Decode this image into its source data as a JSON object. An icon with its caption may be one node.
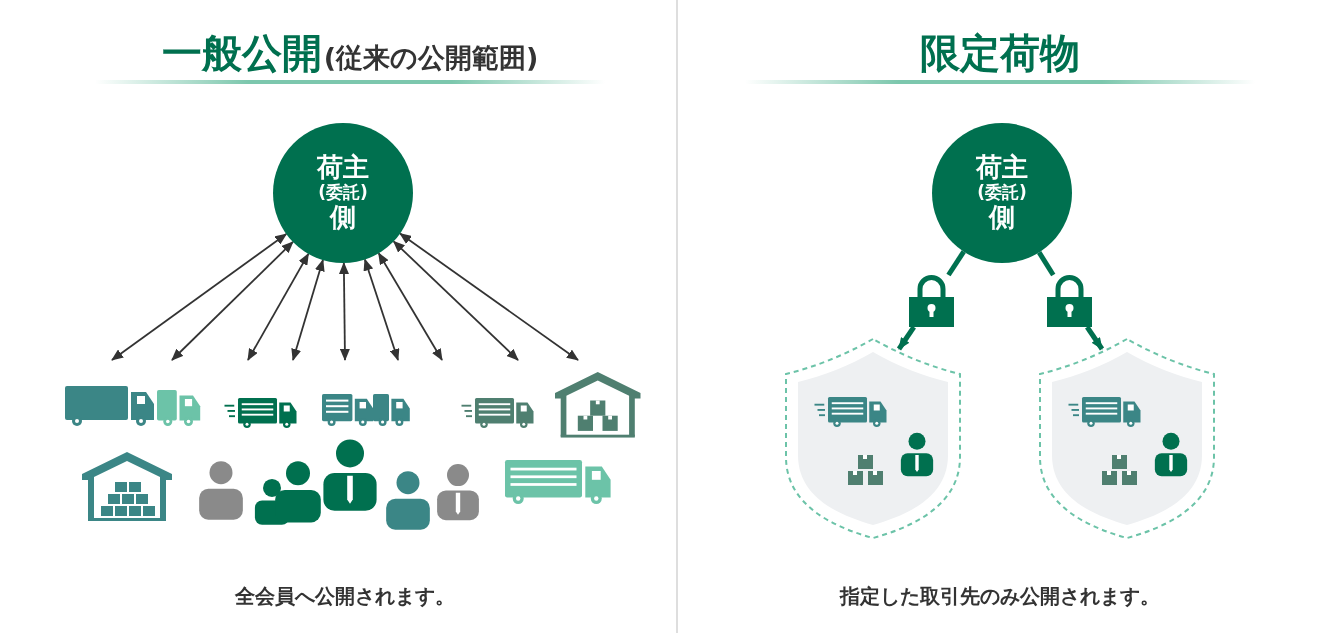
{
  "diagram": {
    "nodes": [
      {
        "text": [
          "荷主",
          "(委託)",
          "側"
        ]
      },
      {
        "text": [],
        "shape": "picture"
      },
      {
        "text": [
          "荷主",
          "(委託)",
          "側"
        ]
      },
      {
        "text": [],
        "shape": "lock"
      },
      {
        "text": [],
        "shape": "lock"
      },
      {
        "text": [],
        "shape": "shield"
      },
      {
        "text": [],
        "shape": "shield"
      }
    ],
    "edges": [
      {
        "from": 0,
        "to": 1,
        "arrow": "both"
      },
      {
        "from": 0,
        "to": 1,
        "arrow": "both"
      },
      {
        "from": 0,
        "to": 1,
        "arrow": "both"
      },
      {
        "from": 0,
        "to": 1,
        "arrow": "both"
      },
      {
        "from": 0,
        "to": 1,
        "arrow": "both"
      },
      {
        "from": 0,
        "to": 1,
        "arrow": "both"
      },
      {
        "from": 0,
        "to": 1,
        "arrow": "both"
      },
      {
        "from": 0,
        "to": 1,
        "arrow": "both"
      },
      {
        "from": 0,
        "to": 1,
        "arrow": "both"
      },
      {
        "from": 2,
        "to": 3,
        "arrow": "none",
        "style": "thick",
        "color": "#00704f"
      },
      {
        "from": 2,
        "to": 4,
        "arrow": "none",
        "style": "thick",
        "color": "#00704f"
      },
      {
        "from": 3,
        "to": 5,
        "arrow": "to",
        "style": "thick",
        "color": "#00704f"
      },
      {
        "from": 4,
        "to": 6,
        "arrow": "to",
        "style": "thick",
        "color": "#00704f"
      }
    ],
    "labels": [
      "一般公開",
      "(従来の公開範囲)",
      "限定荷物",
      "全会員へ公開されます。",
      "指定した取引先のみ公開されます。"
    ]
  }
}
